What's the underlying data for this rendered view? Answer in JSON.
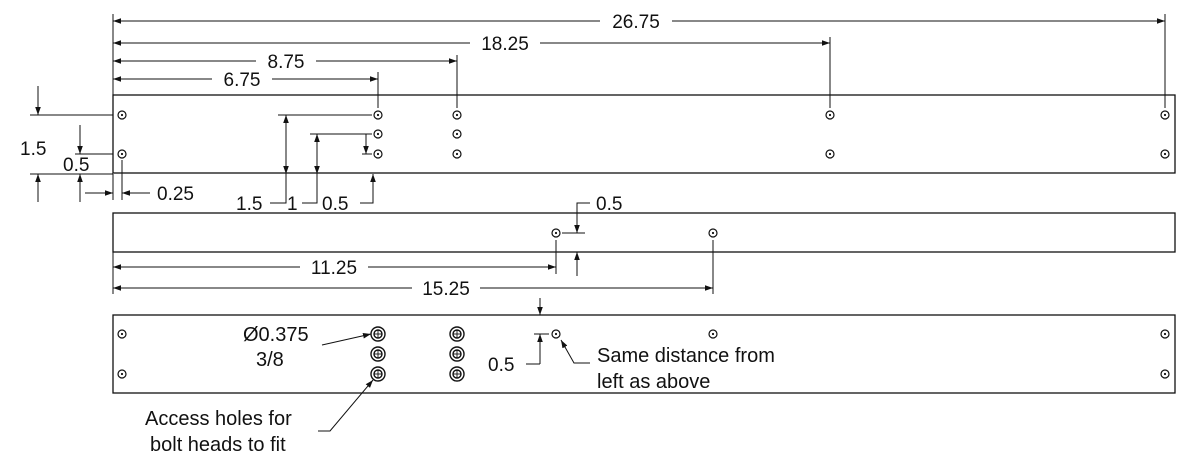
{
  "dimensions": {
    "overall_length": "26.75",
    "to_far_holes": "18.25",
    "to_second_column": "8.75",
    "to_first_column": "6.75",
    "edge_vertical_1_5": "1.5",
    "edge_vertical_0_5": "0.5",
    "edge_horizontal_0_25": "0.25",
    "column_vertical_1_5": "1.5",
    "column_vertical_1": "1",
    "column_vertical_0_5": "0.5",
    "middle_offset": "0.5",
    "middle_hole_1": "11.25",
    "middle_hole_2": "15.25",
    "bottom_offset": "0.5"
  },
  "callouts": {
    "hole_diameter": "Ø0.375",
    "hole_fraction": "3/8",
    "same_distance_line1": "Same distance from",
    "same_distance_line2": "left as above",
    "access_line1": "Access holes for",
    "access_line2": "bolt heads to fit"
  },
  "colors": {
    "line": "#111111",
    "background": "#ffffff"
  }
}
